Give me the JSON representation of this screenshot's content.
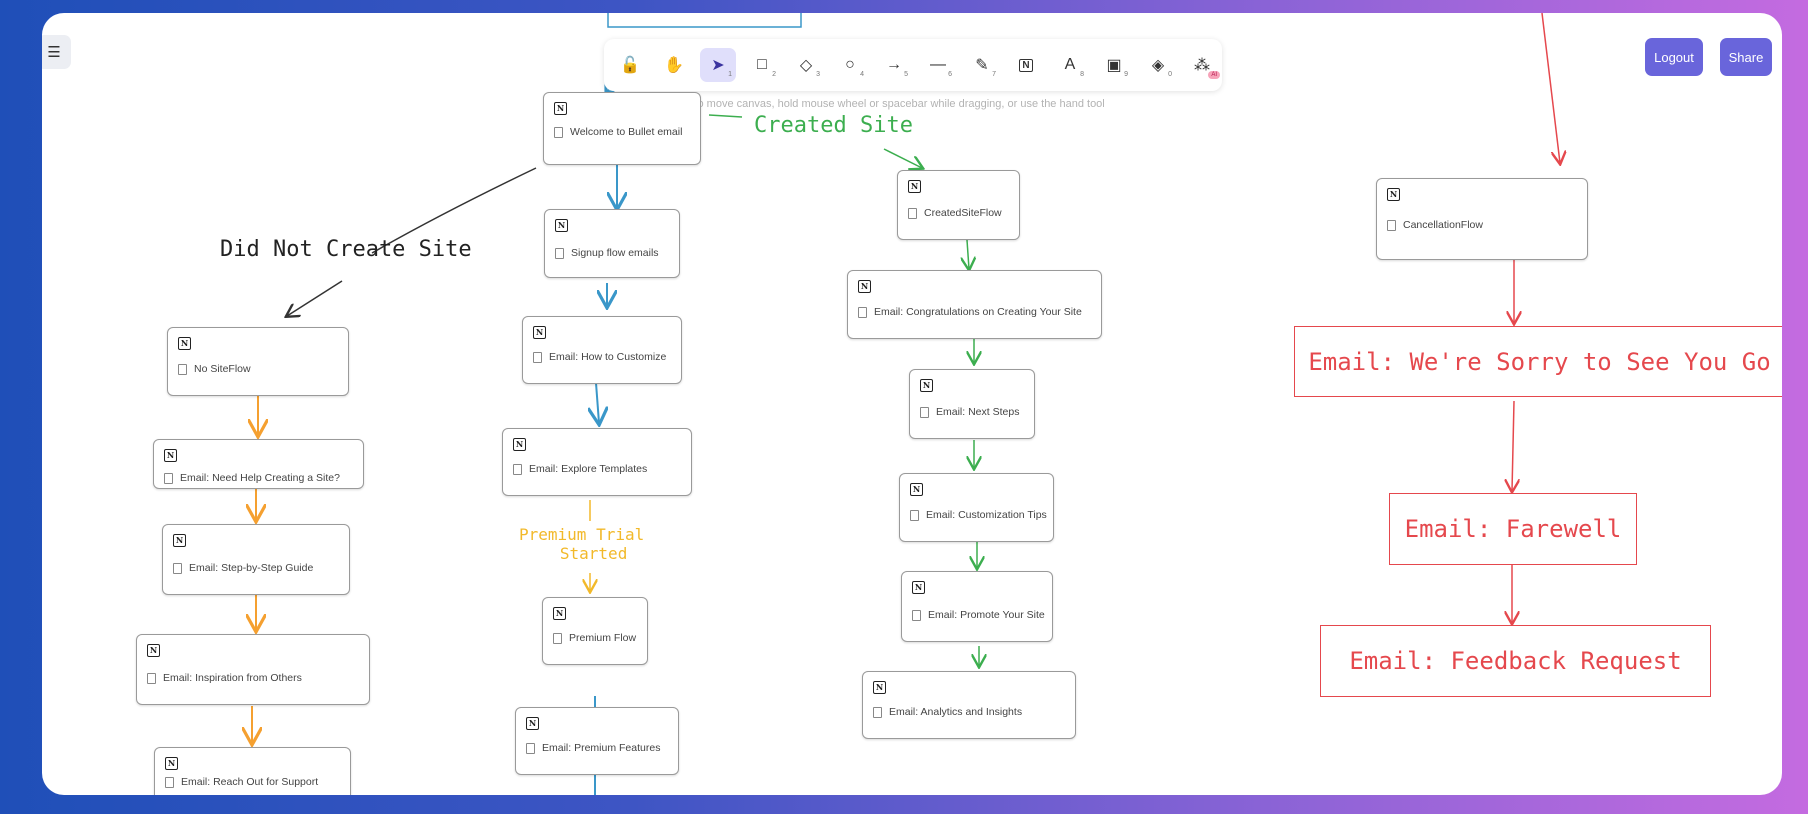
{
  "toolbar": {
    "tools": [
      {
        "name": "lock-icon",
        "glyph": "🔓",
        "key": ""
      },
      {
        "name": "hand-icon",
        "glyph": "✋",
        "key": ""
      },
      {
        "name": "selection-icon",
        "glyph": "➤",
        "key": "1"
      },
      {
        "name": "rectangle-icon",
        "glyph": "□",
        "key": "2"
      },
      {
        "name": "diamond-icon",
        "glyph": "◇",
        "key": "3"
      },
      {
        "name": "ellipse-icon",
        "glyph": "○",
        "key": "4"
      },
      {
        "name": "arrow-icon",
        "glyph": "→",
        "key": "5"
      },
      {
        "name": "line-icon",
        "glyph": "—",
        "key": "6"
      },
      {
        "name": "pencil-icon",
        "glyph": "✎",
        "key": "7"
      },
      {
        "name": "notion-icon",
        "glyph": "N",
        "key": ""
      },
      {
        "name": "text-icon",
        "glyph": "A",
        "key": "8"
      },
      {
        "name": "image-icon",
        "glyph": "▣",
        "key": "9"
      },
      {
        "name": "eraser-icon",
        "glyph": "◈",
        "key": "0"
      },
      {
        "name": "shapes-library-icon",
        "glyph": "⁂",
        "key": ""
      }
    ],
    "badge": "AI",
    "active": "selection-icon"
  },
  "hint": "To move canvas, hold mouse wheel or spacebar while dragging, or use the hand tool",
  "buttons": {
    "logout": "Logout",
    "share": "Share"
  },
  "nodes": {
    "welcome": "Welcome to Bullet email",
    "signup": "Signup flow emails",
    "how_customize": "Email: How to Customize",
    "explore_templates": "Email: Explore Templates",
    "premium_flow": "Premium Flow",
    "premium_features": "Email: Premium Features",
    "no_site_flow": "No SiteFlow",
    "need_help": "Email: Need Help Creating a Site?",
    "step_by_step": "Email: Step-by-Step Guide",
    "inspiration": "Email: Inspiration from Others",
    "reach_out": "Email: Reach Out for Support",
    "created_site_flow": "CreatedSiteFlow",
    "congratulations": "Email: Congratulations on Creating Your Site",
    "next_steps": "Email: Next Steps",
    "customization_tips": "Email: Customization Tips",
    "promote_site": "Email: Promote Your Site",
    "analytics": "Email: Analytics and Insights",
    "cancellation_flow": "CancellationFlow"
  },
  "annotations": {
    "did_not_create": "Did Not Create Site",
    "created_site": "Created Site",
    "premium_trial_line1": "Premium Trial",
    "premium_trial_line2": "Started"
  },
  "red_boxes": {
    "sorry": "Email: We're Sorry to See You Go",
    "farewell": "Email: Farewell",
    "feedback": "Email: Feedback Request"
  },
  "colors": {
    "accent": "#6965db",
    "orange": "#f5a030",
    "blue": "#3a97c9",
    "green": "#3cae4f",
    "red": "#e5484d",
    "yellow": "#f2b92a"
  }
}
